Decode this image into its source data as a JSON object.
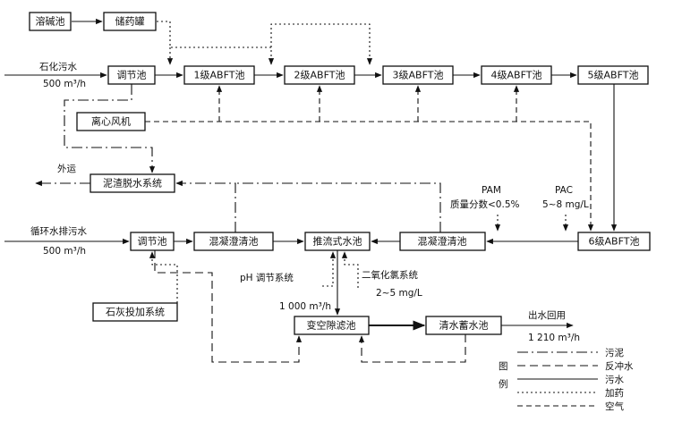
{
  "boxes": {
    "mix": "溶碱池",
    "store": "储药罐",
    "reg1": "调节池",
    "abft1": "1级ABFT池",
    "abft2": "2级ABFT池",
    "abft3": "3级ABFT池",
    "abft4": "4级ABFT池",
    "abft5": "5级ABFT池",
    "abft6": "6级ABFT池",
    "blower": "离心风机",
    "dewater": "泥渣脱水系统",
    "reg2": "调节池",
    "clar1": "混凝澄清池",
    "push": "推流式水池",
    "clar2": "混凝澄清池",
    "filter": "变空隙滤池",
    "clean": "清水蓄水池",
    "lime": "石灰投加系统"
  },
  "labels": {
    "petro_in": "石化污水",
    "petro_flow": "500 m³/h",
    "cool_in": "循环水排污水",
    "cool_flow": "500 m³/h",
    "out_ship": "外运",
    "pam": "PAM",
    "pam_conc": "质量分数<0.5%",
    "pac": "PAC",
    "pac_dose": "5~8 mg/L",
    "ph": "pH 调节系统",
    "clo2": "二氧化氯系统",
    "clo2_dose": "2~5 mg/L",
    "flow_1000": "1 000 m³/h",
    "reuse": "出水回用",
    "reuse_flow": "1 210 m³/h"
  },
  "legend": {
    "title": "图例",
    "items": [
      "污泥",
      "反冲水",
      "污水",
      "加药",
      "空气"
    ]
  }
}
